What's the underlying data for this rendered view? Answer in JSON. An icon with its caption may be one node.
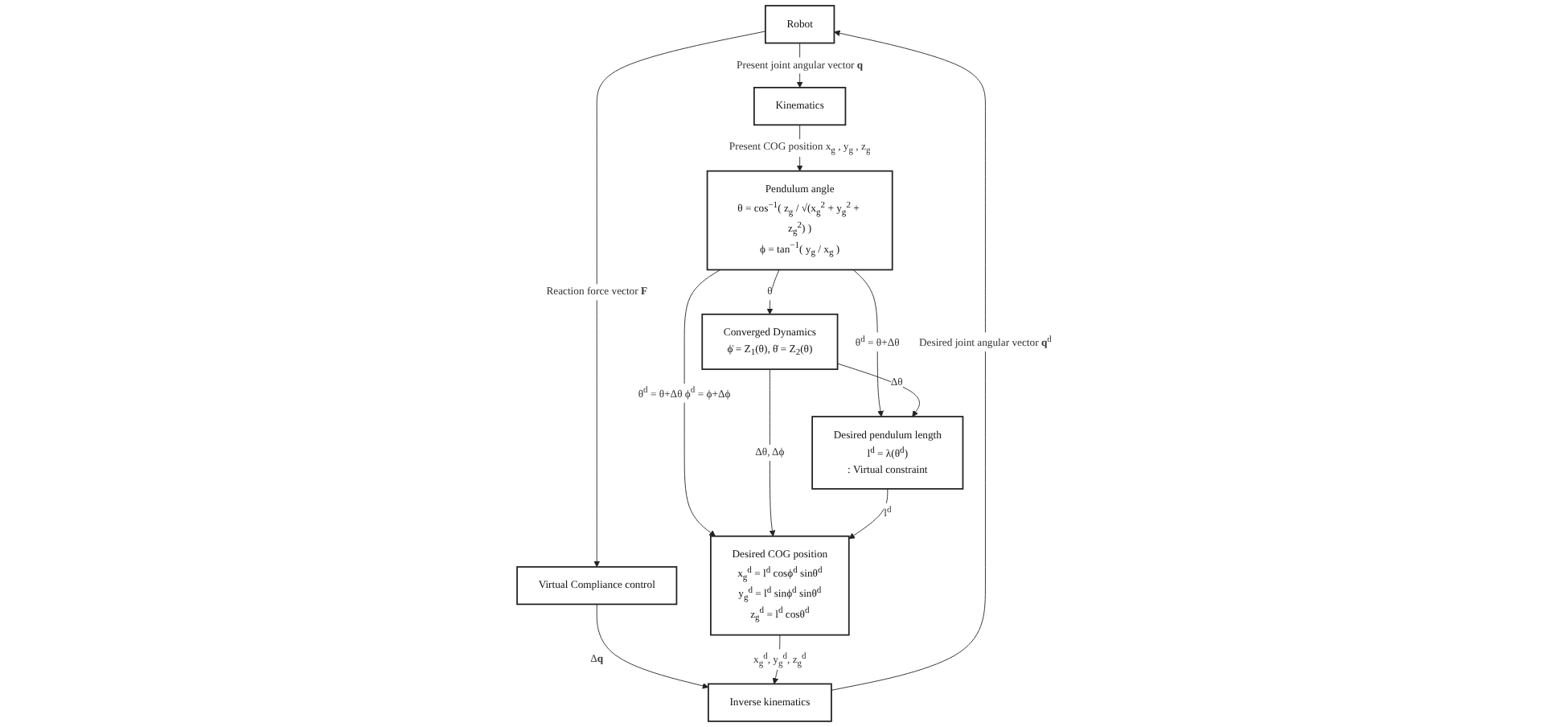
{
  "diagram": {
    "nodes": [
      {
        "text": [
          "Robot"
        ]
      },
      {
        "text": [
          "Kinematics"
        ]
      },
      {
        "text": [
          "Virtual Compliance control"
        ]
      },
      {
        "text": [
          "Inverse kinematics"
        ]
      },
      {
        "text": [
          "Pendulum angle",
          "θ = cos$^{−1}$( z$_{g}$ / √(x$_{g}$$^{2}$ + y$_{g}$$^{2}$ + z$_{g}$$^{2}$) )",
          "ϕ = tan$^{−1}$( y$_{g}$ / x$_{g}$ )"
        ]
      },
      {
        "text": [
          "Converged Dynamics",
          "ϕ̇ = Z$_{1}$(θ),  θ̇ = Z$_{2}$(θ)"
        ]
      },
      {
        "text": [
          "Desired COG position",
          "x$_{g}$$^{d}$ = l$^{d}$ cosϕ$^{d}$ sinθ$^{d}$",
          "y$_{g}$$^{d}$ = l$^{d}$ sinϕ$^{d}$ sinθ$^{d}$",
          "z$_{g}$$^{d}$ = l$^{d}$ cosθ$^{d}$"
        ]
      },
      {
        "text": [
          "Desired pendulum length",
          "l$^{d}$ = λ(θ$^{d}$)",
          ": Virtual constraint"
        ]
      }
    ],
    "edges": [
      {
        "from": 0,
        "to": 1,
        "arrow": "to",
        "label": "Present joint angular vector **q**"
      },
      {
        "from": 0,
        "to": 2,
        "arrow": "to",
        "label": "Reaction force vector **F**"
      },
      {
        "from": 2,
        "to": 3,
        "arrow": "to",
        "label": "Δ**q**"
      },
      {
        "from": 3,
        "to": 0,
        "arrow": "to",
        "label": "Desired joint angular vector **q**$^{d}$"
      },
      {
        "from": 1,
        "to": 4,
        "arrow": "to",
        "label": "Present COG position x$_{g}$ , y$_{g}$ , z$_{g}$"
      },
      {
        "from": 4,
        "to": 5,
        "arrow": "to",
        "label": "θ"
      },
      {
        "from": 4,
        "to": 6,
        "arrow": "to",
        "label": "θ$^{d}$ = θ+Δθ ϕ$^{d}$ = ϕ+Δϕ"
      },
      {
        "from": 5,
        "to": 6,
        "arrow": "to",
        "label": "Δθ, Δϕ"
      },
      {
        "from": 4,
        "to": 7,
        "arrow": "to",
        "label": "θ$^{d}$ = θ+Δθ"
      },
      {
        "from": 5,
        "to": 7,
        "arrow": "to",
        "label": "Δθ"
      },
      {
        "from": 7,
        "to": 6,
        "arrow": "to",
        "label": "l$^{d}$"
      },
      {
        "from": 6,
        "to": 3,
        "arrow": "to",
        "label": "x$_{g}$$^{d}$, y$_{g}$$^{d}$, z$_{g}$$^{d}$"
      }
    ]
  }
}
